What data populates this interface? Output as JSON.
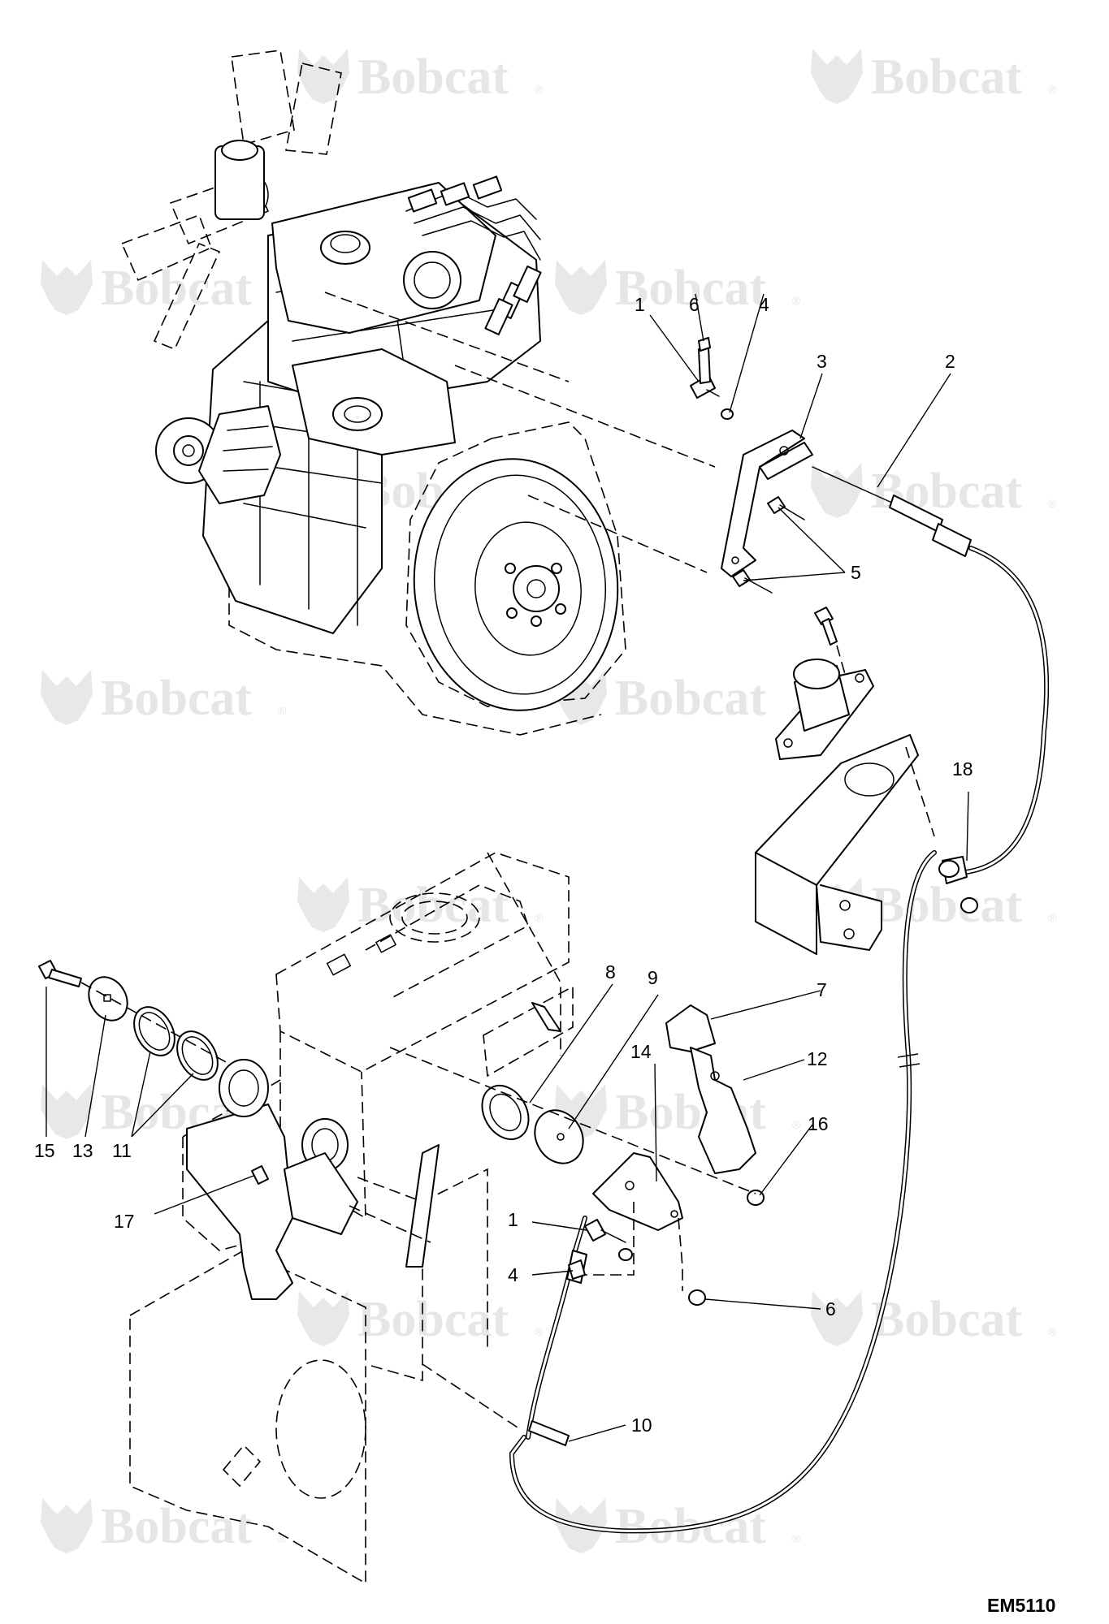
{
  "watermark": {
    "text": "Bobcat",
    "mark": "®"
  },
  "figure_id": "EM5110",
  "callouts": {
    "c1_top": "1",
    "c6_top": "6",
    "c4_top": "4",
    "c3": "3",
    "c2": "2",
    "c5": "5",
    "c18": "18",
    "c7": "7",
    "c12": "12",
    "c16": "16",
    "c8": "8",
    "c9": "9",
    "c14": "14",
    "c15": "15",
    "c13": "13",
    "c11": "11",
    "c17": "17",
    "c1_bottom": "1",
    "c4_bottom": "4",
    "c6_bottom": "6",
    "c10": "10"
  }
}
